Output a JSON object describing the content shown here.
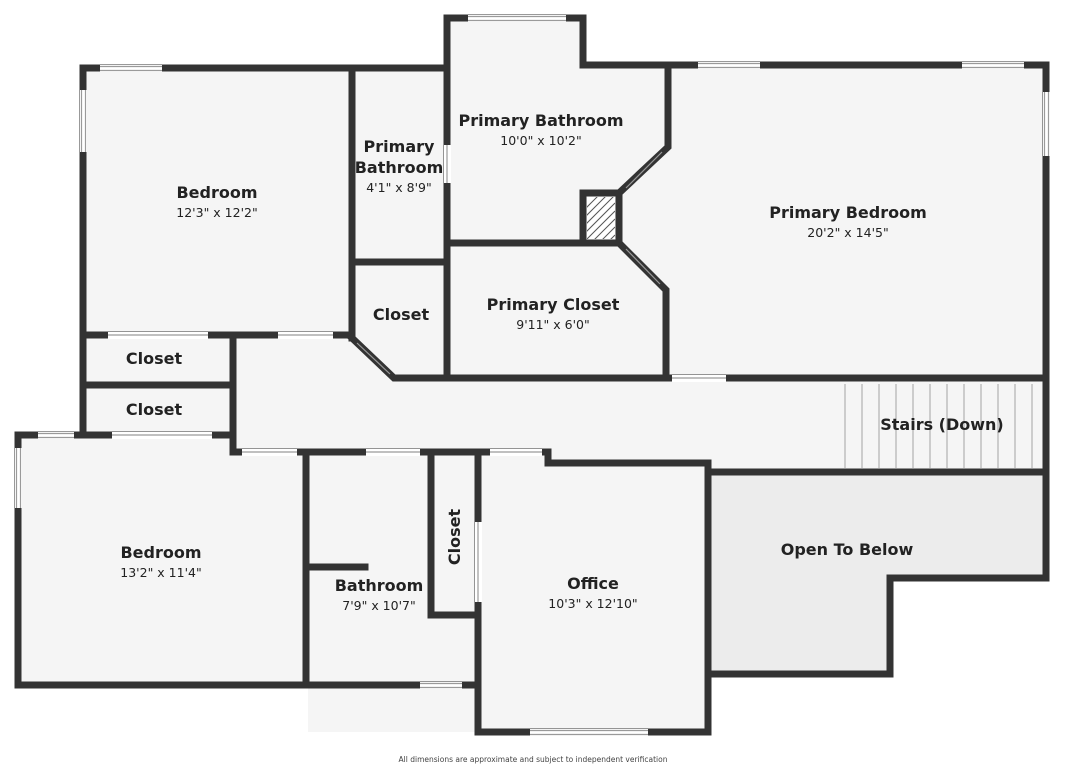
{
  "rooms": {
    "bedroom_nw": {
      "name": "Bedroom",
      "dims": "12'3\" x 12'2\""
    },
    "primary_bath_small": {
      "name_line1": "Primary",
      "name_line2": "Bathroom",
      "dims": "4'1\" x 8'9\""
    },
    "primary_bath": {
      "name": "Primary Bathroom",
      "dims": "10'0\" x 10'2\""
    },
    "primary_bedroom": {
      "name": "Primary Bedroom",
      "dims": "20'2\" x 14'5\""
    },
    "closet_mid": {
      "name": "Closet"
    },
    "primary_closet": {
      "name": "Primary Closet",
      "dims": "9'11\" x 6'0\""
    },
    "closet_w1": {
      "name": "Closet"
    },
    "closet_w2": {
      "name": "Closet"
    },
    "stairs": {
      "name": "Stairs (Down)"
    },
    "open_below": {
      "name": "Open To Below"
    },
    "bedroom_sw": {
      "name": "Bedroom",
      "dims": "13'2\" x 11'4\""
    },
    "bathroom": {
      "name": "Bathroom",
      "dims": "7'9\" x 10'7\""
    },
    "closet_vertical": {
      "name": "Closet"
    },
    "office": {
      "name": "Office",
      "dims": "10'3\" x 12'10\""
    }
  },
  "disclaimer": "All dimensions are approximate and subject to independent verification",
  "colors": {
    "wall": "#333333",
    "floor": "#f5f5f5",
    "open_below": "#ececec"
  }
}
